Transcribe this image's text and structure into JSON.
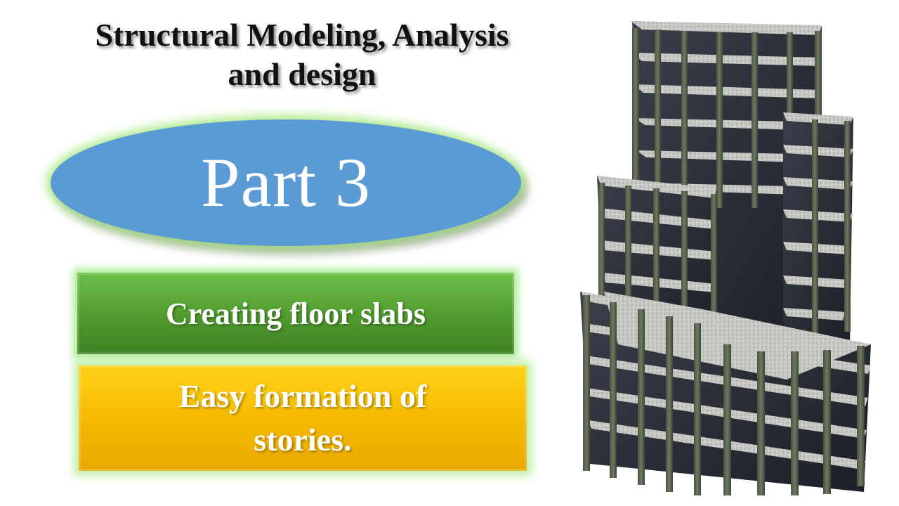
{
  "slide": {
    "title_line1": "Structural Modeling, Analysis",
    "title_line2": "and design",
    "part_label": "Part 3",
    "box1": "Creating floor slabs",
    "box2_line1": "Easy formation of",
    "box2_line2": "stories."
  },
  "colors": {
    "oval_fill": "#5b9bd5",
    "oval_glow": "#a0e678",
    "box1_fill": "#5aa838",
    "box2_fill": "#f5b800"
  },
  "illustration": {
    "name": "3d-concrete-building-frame",
    "description_icon": "building-frame-icon"
  }
}
